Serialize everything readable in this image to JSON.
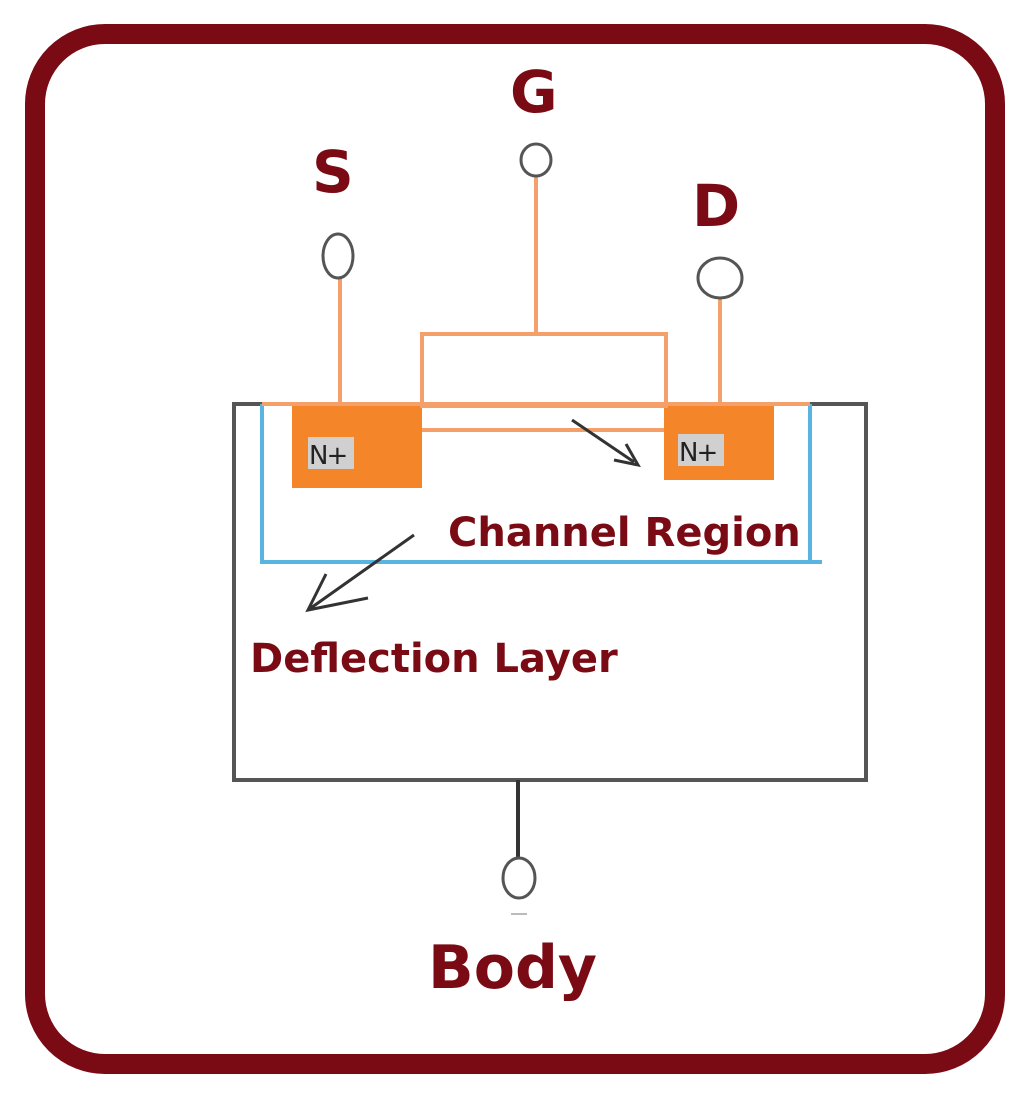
{
  "terminals": {
    "source": "S",
    "gate": "G",
    "drain": "D",
    "body": "Body"
  },
  "regions": {
    "source_doping": "N+",
    "drain_doping": "N+",
    "channel": "Channel Region",
    "depletion": "Deflection Layer"
  },
  "colors": {
    "frame": "#7a0a14",
    "label": "#7a0a14",
    "doped": "#f58529",
    "wire": "#f5a06a",
    "depletion_outline": "#5ab4e0",
    "substrate": "#555555",
    "body_wire": "#333333",
    "arrow": "#333333"
  }
}
